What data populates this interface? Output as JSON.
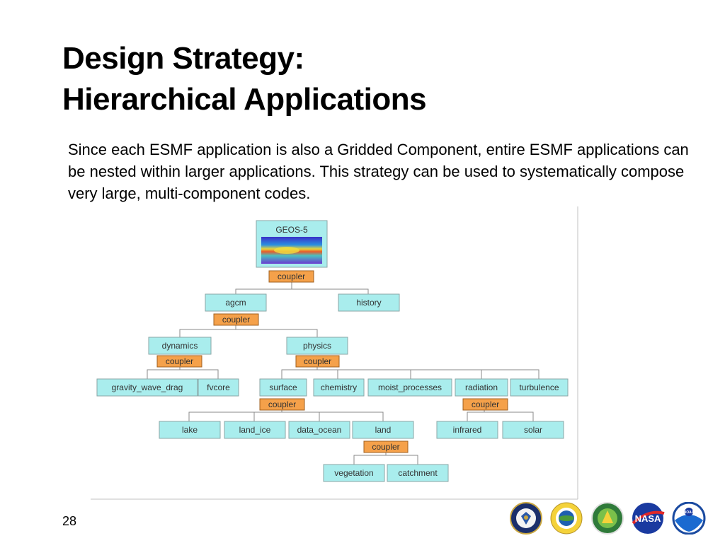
{
  "slide": {
    "title_line1": "Design Strategy:",
    "title_line2": "Hierarchical Applications",
    "body": "Since each ESMF application is also a Gridded Component, entire ESMF applications can be nested within larger applications.  This strategy can be used to systematically compose very large, multi-component codes.",
    "page_number": "28"
  },
  "diagram": {
    "root": "GEOS-5",
    "coupler_label": "coupler",
    "nodes": {
      "agcm": "agcm",
      "history": "history",
      "dynamics": "dynamics",
      "physics": "physics",
      "gravity_wave_drag": "gravity_wave_drag",
      "fvcore": "fvcore",
      "surface": "surface",
      "chemistry": "chemistry",
      "moist_processes": "moist_processes",
      "radiation": "radiation",
      "turbulence": "turbulence",
      "lake": "lake",
      "land_ice": "land_ice",
      "data_ocean": "data_ocean",
      "land": "land",
      "infrared": "infrared",
      "solar": "solar",
      "vegetation": "vegetation",
      "catchment": "catchment"
    },
    "colors": {
      "component": "#a9eded",
      "coupler": "#f5a14a"
    }
  },
  "logos": [
    "dod-seal-icon",
    "nsf-logo-icon",
    "doe-seal-icon",
    "nasa-logo-icon",
    "noaa-logo-icon"
  ]
}
